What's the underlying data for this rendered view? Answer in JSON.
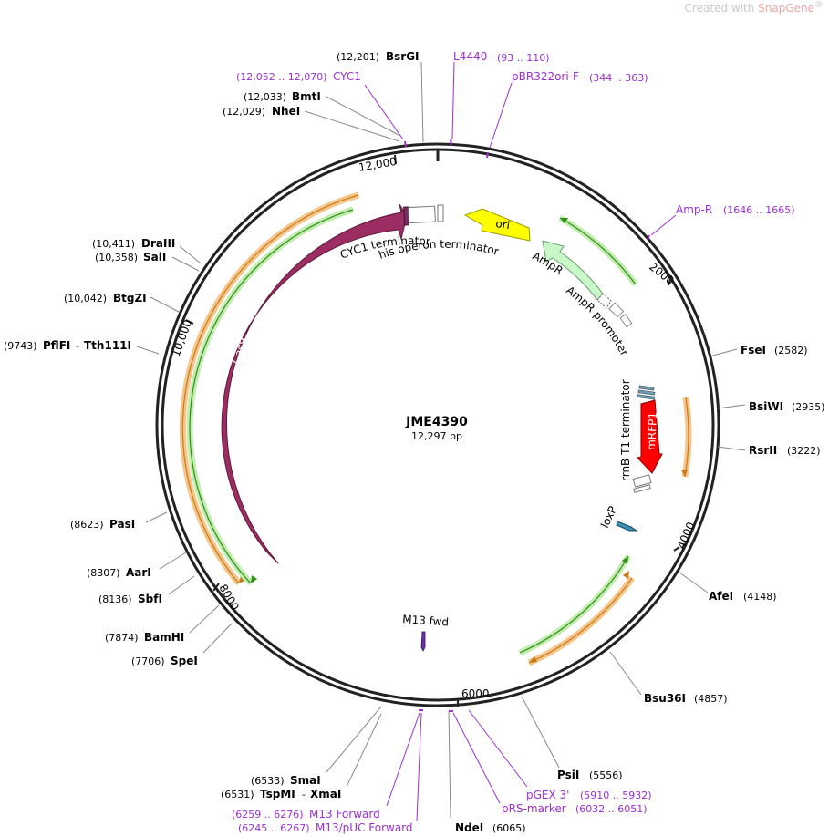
{
  "watermark": {
    "prefix": "Created with ",
    "brand": "SnapGene",
    "mark": "®"
  },
  "plasmid": {
    "name": "JME4390",
    "length": "12,297 bp"
  },
  "ticks": [
    "2000",
    "4000",
    "6000",
    "8000",
    "10,000",
    "12,000"
  ],
  "enzymes": [
    {
      "name": "BsrGI",
      "pos": "(12,201)"
    },
    {
      "name": "BmtI",
      "pos": "(12,033)"
    },
    {
      "name": "NheI",
      "pos": "(12,029)"
    },
    {
      "name": "DraIII",
      "pos": "(10,411)"
    },
    {
      "name": "SalI",
      "pos": "(10,358)"
    },
    {
      "name": "BtgZI",
      "pos": "(10,042)"
    },
    {
      "name": "PflFI",
      "name2": "Tth111I",
      "pos": "(9743)"
    },
    {
      "name": "PasI",
      "pos": "(8623)"
    },
    {
      "name": "AarI",
      "pos": "(8307)"
    },
    {
      "name": "SbfI",
      "pos": "(8136)"
    },
    {
      "name": "BamHI",
      "pos": "(7874)"
    },
    {
      "name": "SpeI",
      "pos": "(7706)"
    },
    {
      "name": "SmaI",
      "pos": "(6533)"
    },
    {
      "name": "TspMI",
      "name2": "XmaI",
      "pos": "(6531)"
    },
    {
      "name": "NdeI",
      "pos": "(6065)"
    },
    {
      "name": "PsiI",
      "pos": "(5556)"
    },
    {
      "name": "Bsu36I",
      "pos": "(4857)"
    },
    {
      "name": "AfeI",
      "pos": "(4148)"
    },
    {
      "name": "FseI",
      "pos": "(2582)"
    },
    {
      "name": "BsiWI",
      "pos": "(2935)"
    },
    {
      "name": "RsrII",
      "pos": "(3222)"
    }
  ],
  "primers": [
    {
      "name": "CYC1",
      "range": "(12,052 .. 12,070)"
    },
    {
      "name": "L4440",
      "range": "(93 .. 110)"
    },
    {
      "name": "pBR322ori-F",
      "range": "(344 .. 363)"
    },
    {
      "name": "Amp-R",
      "range": "(1646 .. 1665)"
    },
    {
      "name": "pGEX 3'",
      "range": "(5910 .. 5932)"
    },
    {
      "name": "pRS-marker",
      "range": "(6032 .. 6051)"
    },
    {
      "name": "M13 Forward",
      "range": "(6259 .. 6276)"
    },
    {
      "name": "M13/pUC Forward",
      "range": "(6245 .. 6267)"
    }
  ],
  "features": {
    "cas9": "Cas9",
    "cyc1_terminator": "CYC1 terminator",
    "his_terminator": "his operon terminator",
    "ori": "ori",
    "ampr": "AmpR",
    "ampr_promoter": "AmpR promoter",
    "rrnb": "rrnB T1 terminator",
    "mrfp1": "mRFP1",
    "loxp": "loxP",
    "m13fwd": "M13 fwd"
  },
  "colors": {
    "cas9": "#9b2d63",
    "ori": "#ffff00",
    "ampr": "#c8f7c8",
    "mrfp1": "#ff0000",
    "primer": "#9b2fd1",
    "orf_orange": "#f5a142",
    "orf_green": "#3cb521"
  }
}
